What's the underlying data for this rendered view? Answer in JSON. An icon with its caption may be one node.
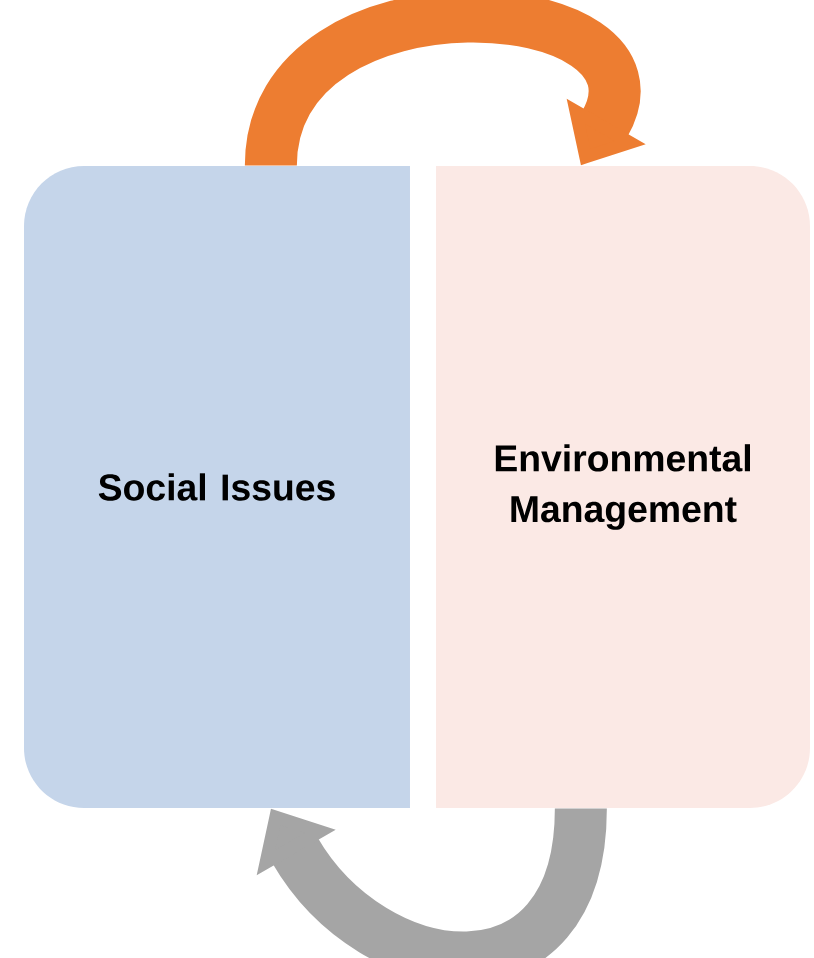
{
  "diagram": {
    "nodes": [
      {
        "text": [
          "Social Issues"
        ]
      },
      {
        "text": [
          "Environmental Management"
        ]
      }
    ],
    "edges": [
      {
        "from": 0,
        "to": 1,
        "arrow": "to",
        "color": "#ed7d31"
      },
      {
        "from": 1,
        "to": 0,
        "arrow": "to",
        "color": "#a5a5a5"
      }
    ]
  }
}
